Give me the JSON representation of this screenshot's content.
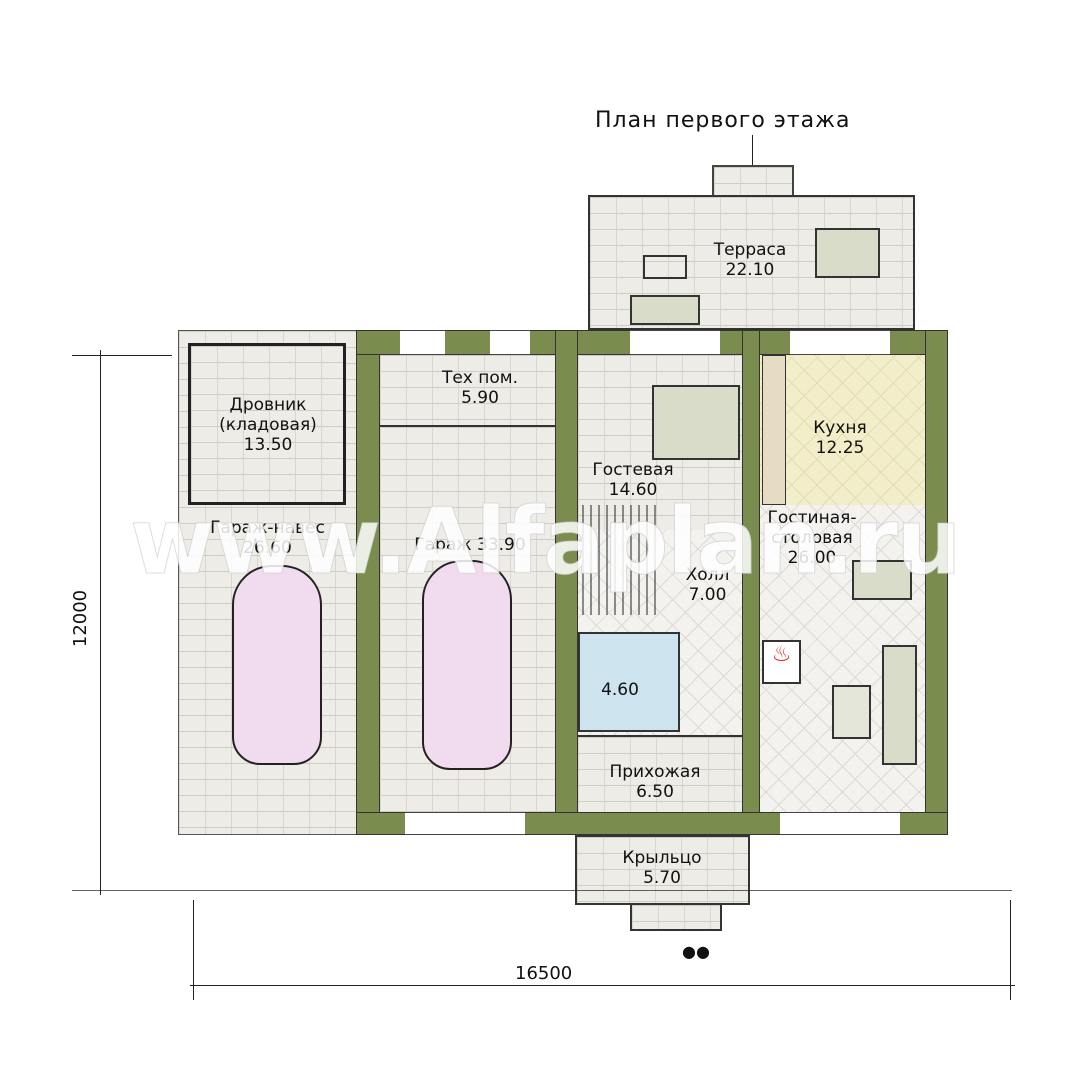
{
  "title": "План первого этажа",
  "rooms": {
    "terrace": {
      "name": "Терраса",
      "area": "22.10"
    },
    "woodshed": {
      "name": "Дровник",
      "sub": "(кладовая)",
      "area": "13.50"
    },
    "tech": {
      "name": "Тех пом.",
      "area": "5.90"
    },
    "canopy": {
      "name": "Гараж-навес",
      "area": "26.60"
    },
    "garage": {
      "name": "Гараж",
      "area": "33.90"
    },
    "guest": {
      "name": "Гостевая",
      "area": "14.60"
    },
    "hall": {
      "name": "Холл",
      "area": "7.00"
    },
    "bath": {
      "area": "4.60"
    },
    "entry": {
      "name": "Прихожая",
      "area": "6.50"
    },
    "kitchen": {
      "name": "Кухня",
      "area": "12.25"
    },
    "living": {
      "name": "Гостиная-",
      "name2": "столовая",
      "area": "26.00"
    },
    "porch": {
      "name": "Крыльцо",
      "area": "5.70"
    }
  },
  "dimensions": {
    "height": "12000",
    "width": "16500"
  },
  "watermark": "www.Alfaplan.ru",
  "colors": {
    "wall": "#7b8d4e",
    "kitchen": "#f2eec9",
    "car": "#f1dcef"
  }
}
